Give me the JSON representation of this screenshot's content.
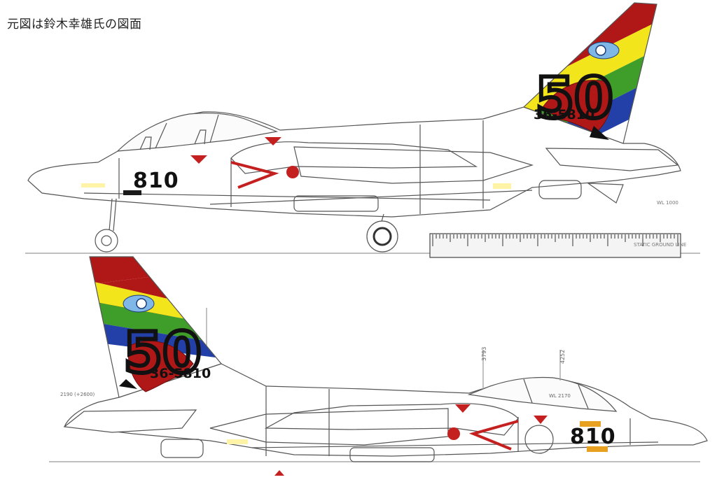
{
  "header": {
    "credit": "元図は鈴木幸雄氏の図面"
  },
  "side_view": {
    "serial": "36-5810",
    "nose_number": "810",
    "tail_emblem": "50",
    "ground_label": "STATIC GROUND LINE",
    "station_label": "WL 1000"
  },
  "flipped_view": {
    "serial": "36-5810",
    "nose_number": "810",
    "tail_emblem": "50",
    "dim_a": "4252",
    "dim_b": "3793",
    "dim_c": "WL 2170",
    "dim_d": "2190 (+2600)"
  },
  "colors": {
    "red": "#b01818",
    "yellow": "#f3e51c",
    "green": "#3f9e2a",
    "blue": "#2340a8",
    "white": "#ffffff",
    "sky": "#7fb7e6",
    "line": "#555555",
    "black": "#111111"
  },
  "icons": [
    "ruler-icon",
    "roundel-icon",
    "sea-eagle-icon",
    "wheel-icon"
  ]
}
